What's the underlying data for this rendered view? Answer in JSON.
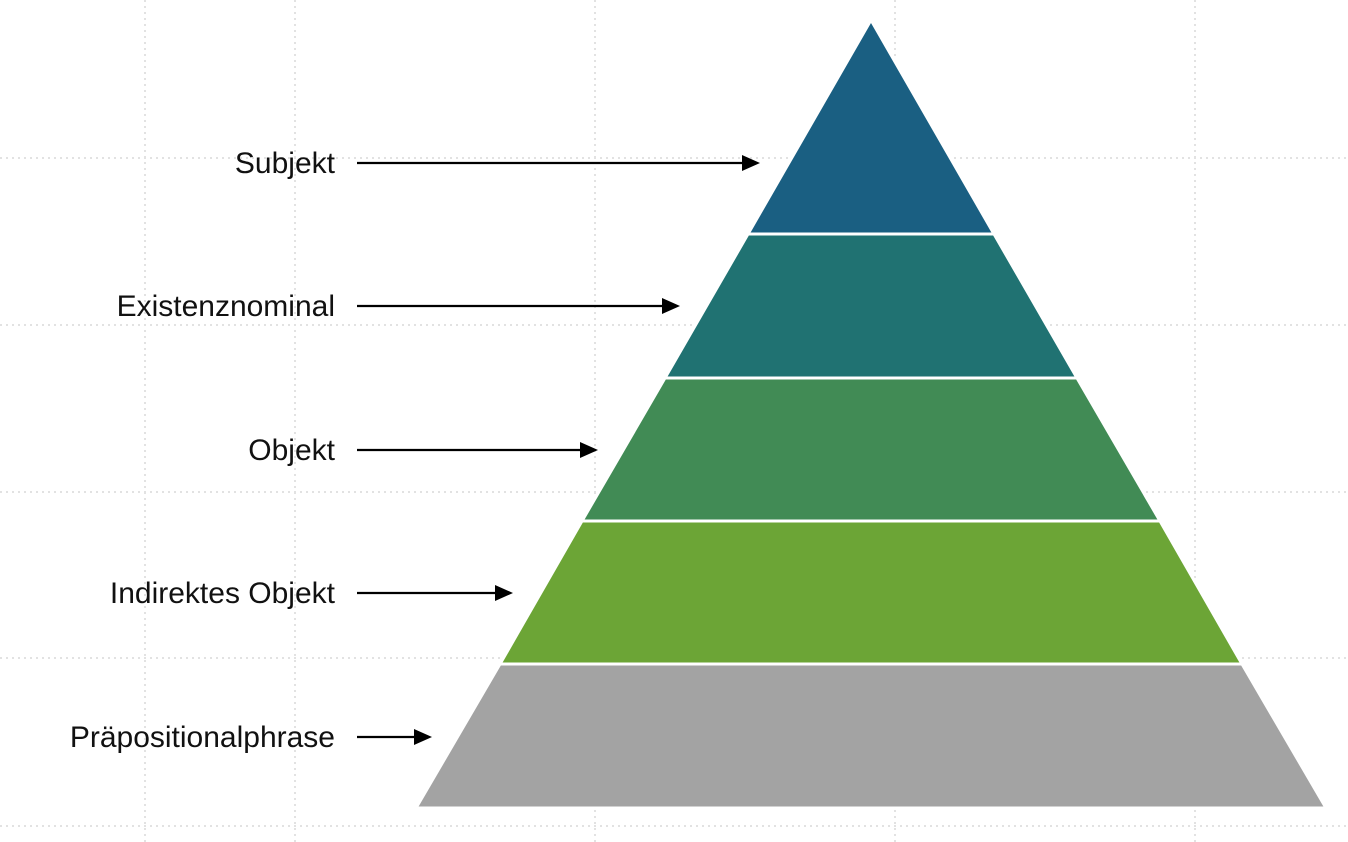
{
  "pyramid": {
    "levels": [
      {
        "label": "Subjekt",
        "color": "#1a5f82"
      },
      {
        "label": "Existenznominal",
        "color": "#207272"
      },
      {
        "label": "Objekt",
        "color": "#418b55"
      },
      {
        "label": "Indirektes Objekt",
        "color": "#6ca536"
      },
      {
        "label": "Präpositionalphrase",
        "color": "#a3a3a3"
      }
    ]
  }
}
